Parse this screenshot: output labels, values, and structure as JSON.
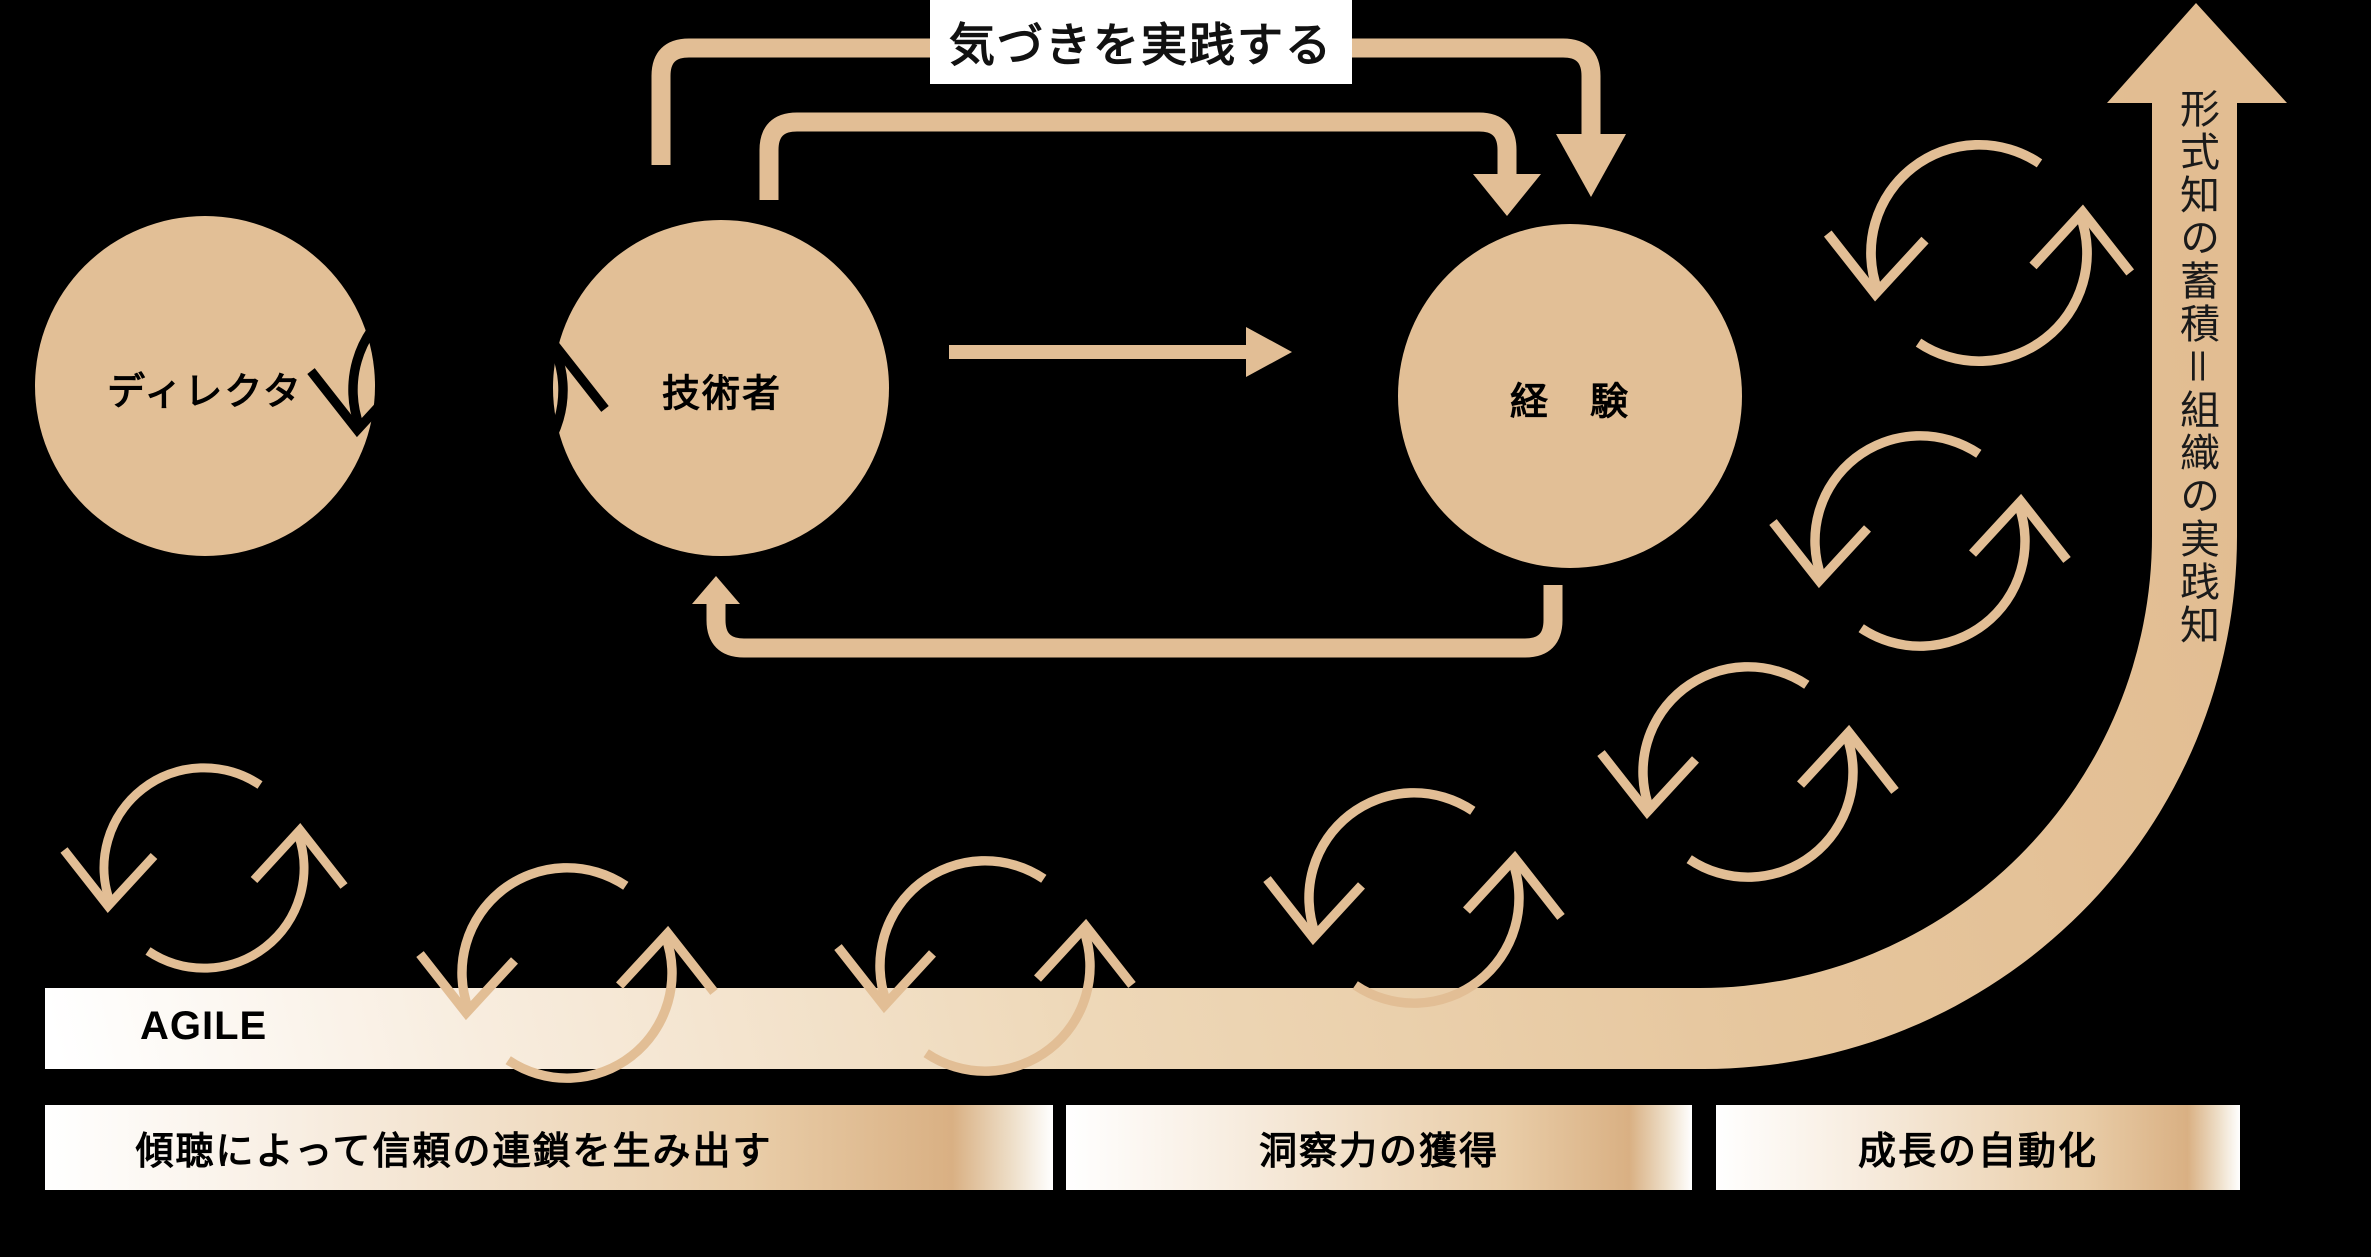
{
  "title": "気づきを実践する",
  "nodes": {
    "director": "ディレクタ",
    "engineer": "技術者",
    "experience": "経　験"
  },
  "vertical_label": "形式知の蓄積＝組織の実践知",
  "agile_label": "AGILE",
  "phases": [
    {
      "label": "傾聴によって信頼の連鎖を生み出す"
    },
    {
      "label": "洞察力の獲得"
    },
    {
      "label": "成長の自動化"
    }
  ],
  "colors": {
    "background": "#000000",
    "tan": "#E2BE95",
    "band_peak_tan": "#D9B083",
    "label_box": "#FFFFFF",
    "text": "#000000"
  }
}
